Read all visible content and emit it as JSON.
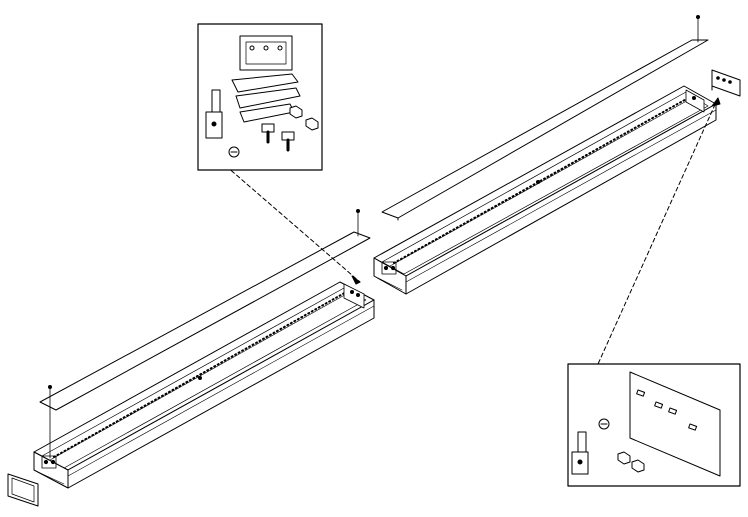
{
  "figure": {
    "type": "exploded-assembly-line-drawing",
    "colors": {
      "ink": "#000000",
      "paper": "#ffffff",
      "shade": "#e6e6e6"
    },
    "components": [
      "left-rail-section",
      "left-rail-cover-strip",
      "right-rail-section",
      "right-rail-cover-strip",
      "left-end-cap",
      "right-end-plate",
      "joint-hardware-callout",
      "end-plate-hardware-callout"
    ],
    "joint_hardware_parts": [
      "gasket-plate",
      "splice-clips",
      "nut",
      "bolt",
      "set-screw",
      "connector-post"
    ],
    "end_plate_hardware_parts": [
      "end-plate-with-pins",
      "set-screw",
      "nut",
      "connector-post"
    ]
  }
}
